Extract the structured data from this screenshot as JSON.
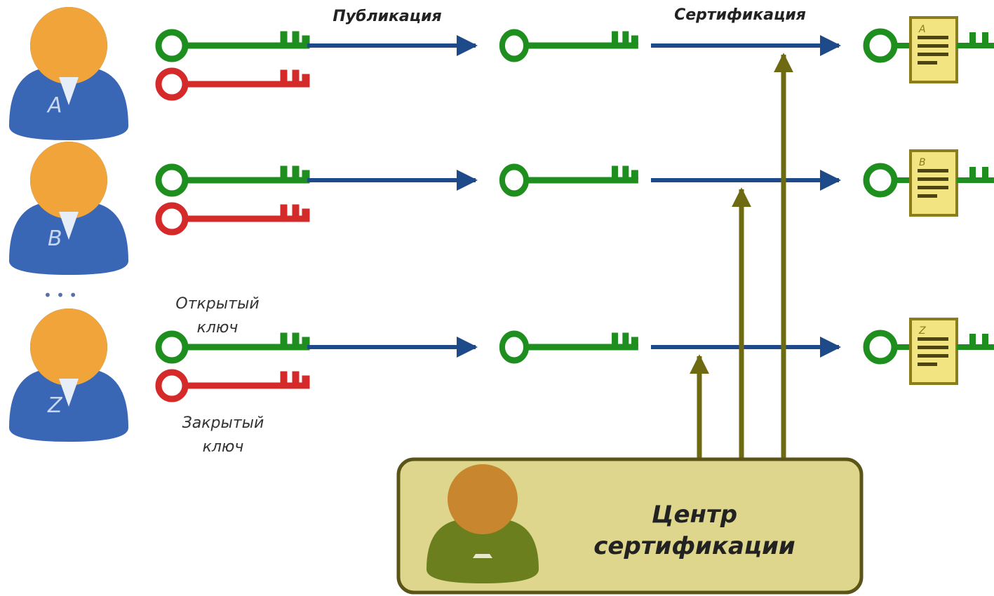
{
  "labels": {
    "publication": "Публикация",
    "certification": "Сертификация",
    "public_key_line1": "Открытый",
    "public_key_line2": "ключ",
    "private_key_line1": "Закрытый",
    "private_key_line2": "ключ",
    "ca_line1": "Центр",
    "ca_line2": "сертификации",
    "ellipsis": "• • •"
  },
  "users": [
    {
      "letter": "A"
    },
    {
      "letter": "B"
    },
    {
      "letter": "Z"
    }
  ],
  "colors": {
    "public_key": "#1e8f1e",
    "private_key": "#d42a2a",
    "arrow": "#1f4a8a",
    "ca_arrow": "#6e6a12",
    "ca_box_fill": "#ddd68c",
    "ca_box_stroke": "#5a5418",
    "person_head": "#f0a43a",
    "person_body": "#3a67b5",
    "ca_head": "#c8862e",
    "ca_body": "#6b7f1e",
    "cert_fill": "#f2e480",
    "seal": "#d42a2a"
  }
}
